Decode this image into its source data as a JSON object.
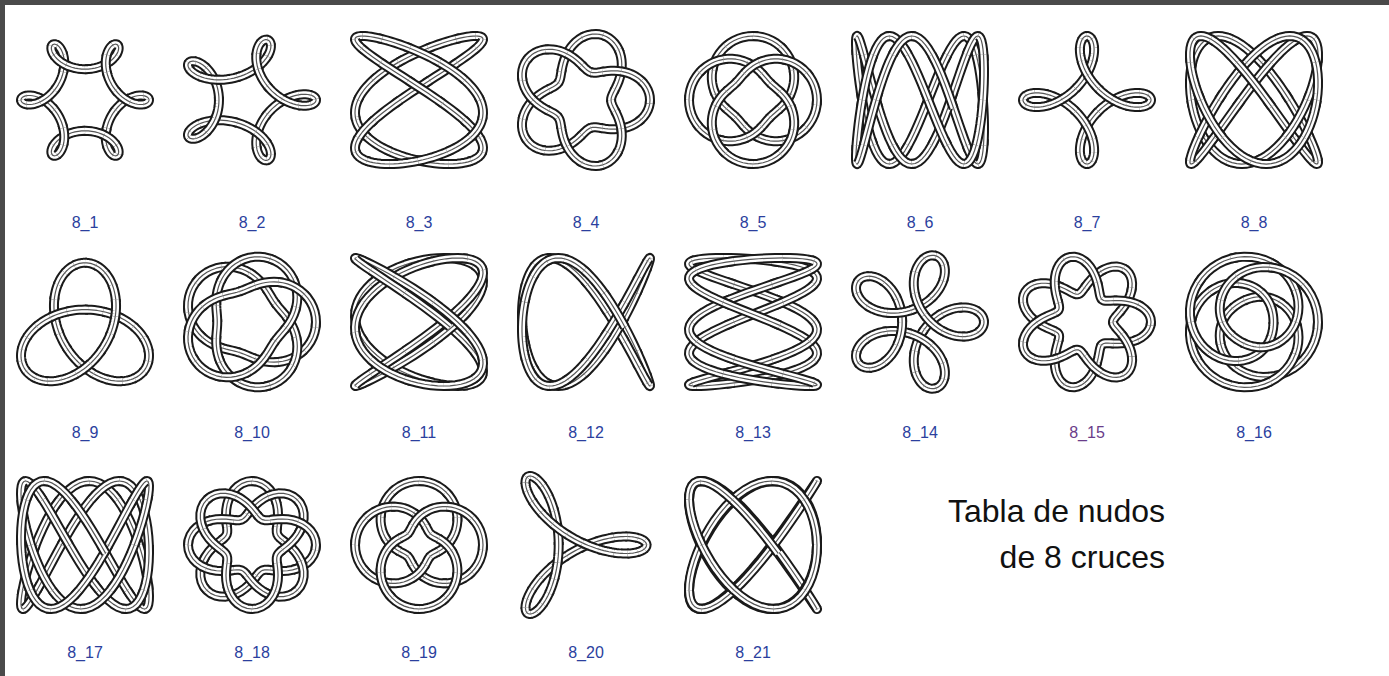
{
  "diagram": {
    "caption": "Tabla de nudos de 8 cruces",
    "labels": [
      "8_1",
      "8_2",
      "8_3",
      "8_4",
      "8_5",
      "8_6",
      "8_7",
      "8_8",
      "8_9",
      "8_10",
      "8_11",
      "8_12",
      "8_13",
      "8_14",
      "8_15",
      "8_16",
      "8_17",
      "8_18",
      "8_19",
      "8_20",
      "8_21"
    ]
  }
}
